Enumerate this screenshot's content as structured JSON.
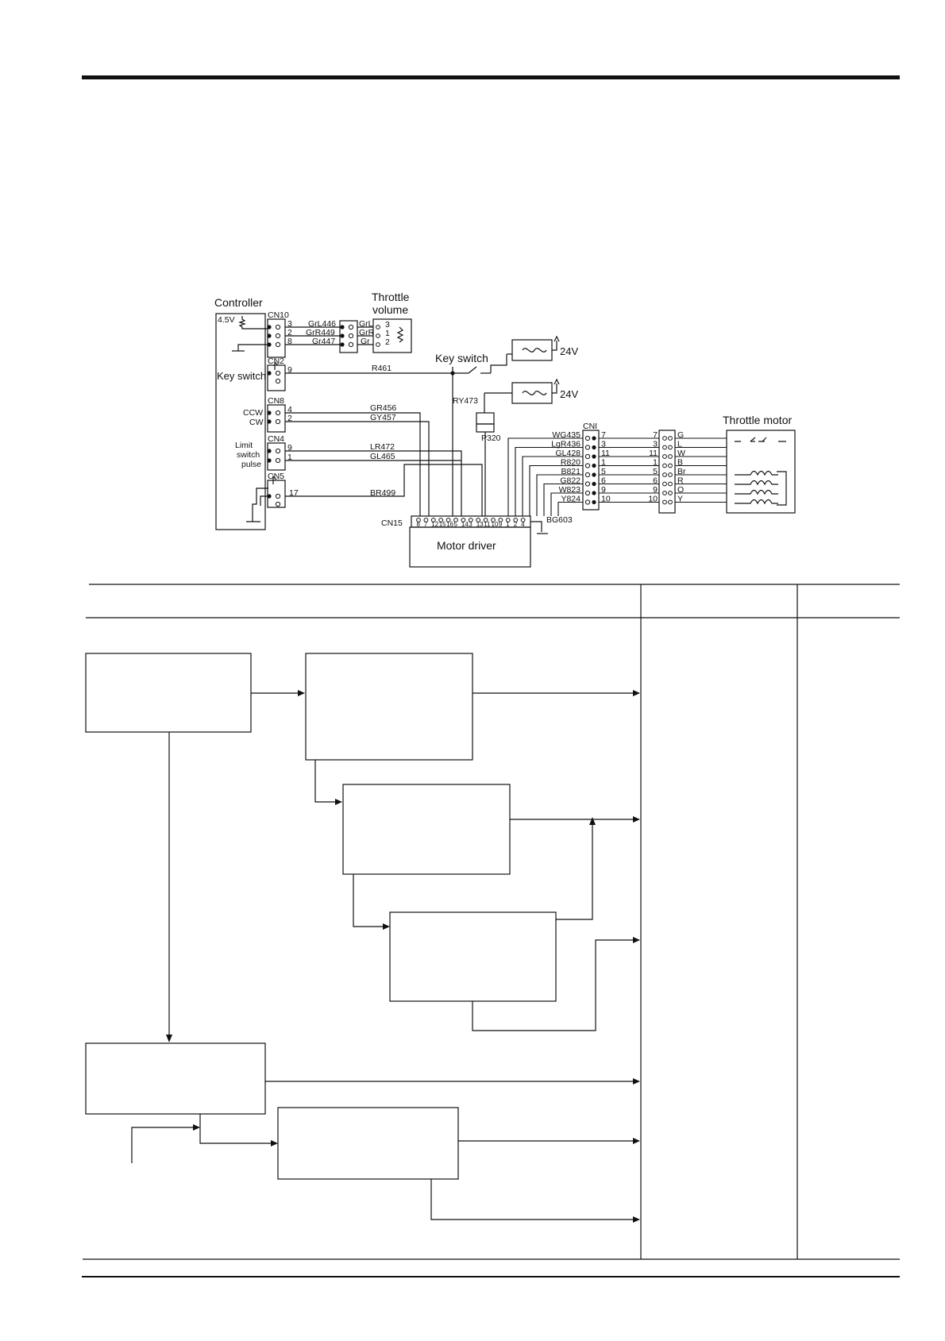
{
  "schematic": {
    "controller": "Controller",
    "throttle_volume": [
      "Throttle",
      "volume"
    ],
    "key_switch_label": "Key switch",
    "key_switch_inner": "Key switch",
    "supply_voltage": "24V",
    "ref_voltage": "4.5V",
    "connectors": {
      "cn10": "CN10",
      "cn2": "CN2",
      "cn8": "CN8",
      "cn4": "CN4",
      "cn5": "CN5",
      "cn15": "CN15",
      "cni": "CNI"
    },
    "signals": {
      "ccw": "CCW",
      "cw": "CW",
      "limit": [
        "Limit",
        "switch",
        "pulse"
      ]
    },
    "cn10_pins": [
      "3",
      "2",
      "8"
    ],
    "cn10_wires": [
      "GrL446",
      "GrR449",
      "Gr447"
    ],
    "volume_wires": [
      "GrL",
      "GrR",
      "Gr"
    ],
    "volume_pins": [
      "3",
      "1",
      "2"
    ],
    "cn2_pin": "9",
    "cn8_pins": [
      "4",
      "2"
    ],
    "cn4_pins": [
      "9",
      "1"
    ],
    "cn5_pin": "17",
    "r461": "R461",
    "ry473": "RY473",
    "p320": "P320",
    "gr456": "GR456",
    "gy457": "GY457",
    "lr472": "LR472",
    "gl465": "GL465",
    "br499": "BR499",
    "bg603": "BG603",
    "motor_driver": "Motor driver",
    "throttle_motor": "Throttle motor",
    "cn15_pins": [
      "8",
      "7",
      "12",
      "15",
      "16",
      "5",
      "14",
      "3",
      "13",
      "11",
      "10",
      "9",
      "1",
      "2",
      "4"
    ],
    "cni_wires": [
      "WG435",
      "LgR436",
      "GL428",
      "R820",
      "B821",
      "G822",
      "W823",
      "Y824"
    ],
    "cni_pins": [
      "7",
      "3",
      "11",
      "1",
      "5",
      "6",
      "9",
      "10"
    ],
    "motor_pins": [
      "7",
      "3",
      "11",
      "1",
      "5",
      "6",
      "9",
      "10"
    ],
    "motor_wires": [
      "G",
      "L",
      "W",
      "B",
      "Br",
      "R",
      "O",
      "Y"
    ]
  }
}
